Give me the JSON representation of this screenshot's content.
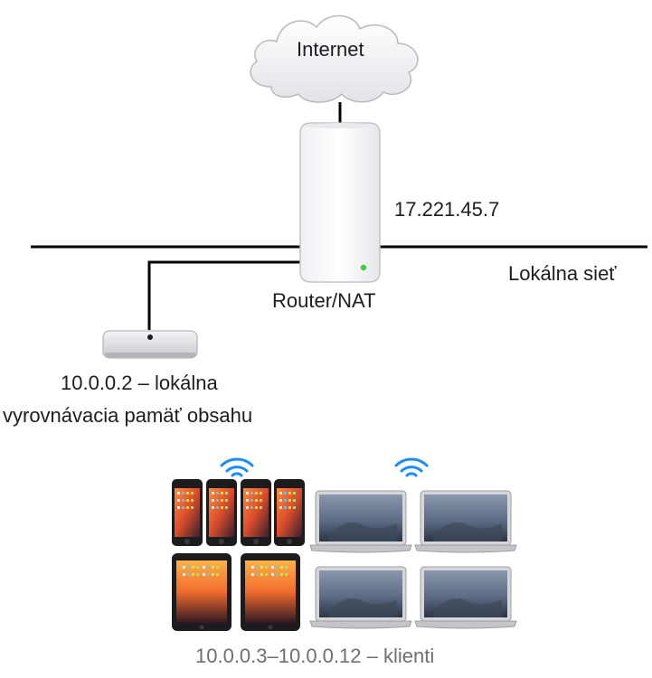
{
  "labels": {
    "internet": "Internet",
    "router_ip": "17.221.45.7",
    "router": "Router/NAT",
    "network": "Lokálna sieť",
    "cache_line1": "10.0.0.2 – lokálna",
    "cache_line2": "vyrovnávacia pamäť obsahu",
    "clients": "10.0.0.3–10.0.0.12 – klienti"
  },
  "icons": {
    "cloud": "cloud-icon",
    "router": "router-icon",
    "cache_server": "mac-mini-icon",
    "wifi": "wifi-icon",
    "iphone": "iphone-icon",
    "ipad": "ipad-icon",
    "laptop": "macbook-icon"
  },
  "colors": {
    "line": "#000000",
    "wifi": "#1a8cff",
    "status_led": "#3ecb3e",
    "client_label": "#6e6e73"
  }
}
